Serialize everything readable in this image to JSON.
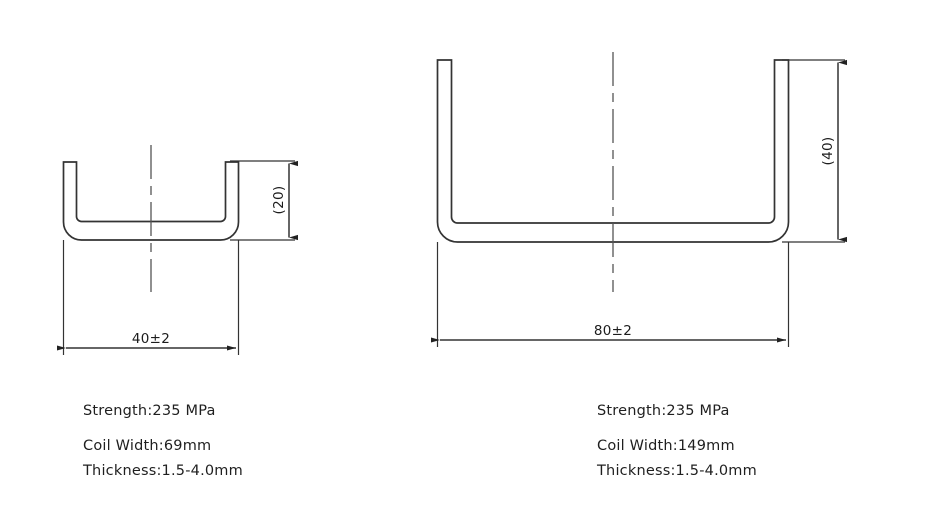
{
  "drawing": {
    "title": "U-Channel Cross-Section Drawings",
    "background_color": "#ffffff",
    "line_color": "#333333",
    "text_color": "#1f1f1f",
    "views": [
      {
        "id": "left-view",
        "name": "u-channel-40x20",
        "width_dimension": "40±2",
        "height_dimension": "(20)",
        "specs": {
          "strength": "Strength:235 MPa",
          "coil_width": "Coil Width:69mm",
          "thickness": "Thickness:1.5-4.0mm"
        }
      },
      {
        "id": "right-view",
        "name": "u-channel-80x40",
        "width_dimension": "80±2",
        "height_dimension": "(40)",
        "specs": {
          "strength": "Strength:235 MPa",
          "coil_width": "Coil Width:149mm",
          "thickness": "Thickness:1.5-4.0mm"
        }
      }
    ]
  }
}
